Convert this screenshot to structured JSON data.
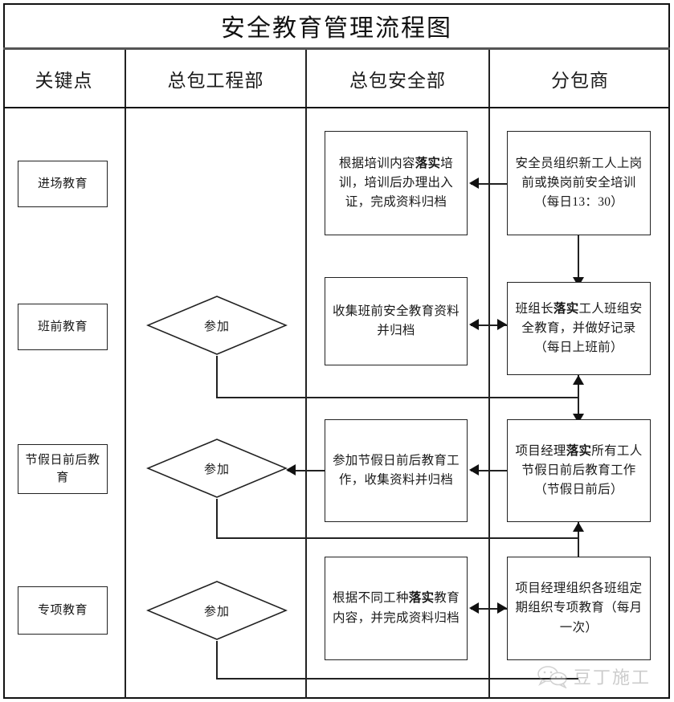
{
  "document": {
    "title": "安全教育管理流程图"
  },
  "table": {
    "columns": [
      {
        "label": "关键点"
      },
      {
        "label": "总包工程部"
      },
      {
        "label": "总包安全部"
      },
      {
        "label": "分包商"
      }
    ]
  },
  "rows": [
    {
      "key_point": "进场教育",
      "engineering": null,
      "safety": "根据培训内容落实培训，培训后办理出入证，完成资料归档",
      "safety_bold": "落实",
      "subcontractor": "安全员组织新工人上岗前或换岗前安全培训（每日13：30）",
      "subcontractor_bold": null
    },
    {
      "key_point": "班前教育",
      "engineering": "参加",
      "safety": "收集班前安全教育资料并归档",
      "safety_bold": null,
      "subcontractor": "班组长落实工人班组安全教育，并做好记录（每日上班前）",
      "subcontractor_bold": "落实"
    },
    {
      "key_point": "节假日前后教育",
      "engineering": "参加",
      "safety": "参加节假日前后教育工作，收集资料并归档",
      "safety_bold": null,
      "subcontractor": "项目经理落实所有工人节假日前后教育工作（节假日前后）",
      "subcontractor_bold": "落实"
    },
    {
      "key_point": "专项教育",
      "engineering": "参加",
      "safety": "根据不同工种落实教育内容，并完成资料归档",
      "safety_bold": "落实",
      "subcontractor": "项目经理组织各班组定期组织专项教育（每月一次）",
      "subcontractor_bold": null
    }
  ],
  "watermark": {
    "text": "豆丁施工",
    "icon": "wechat-bubbles-icon"
  },
  "colors": {
    "border": "#222222",
    "text": "#1a1a1a",
    "background": "#ffffff",
    "watermark": "#7a7a7a"
  }
}
